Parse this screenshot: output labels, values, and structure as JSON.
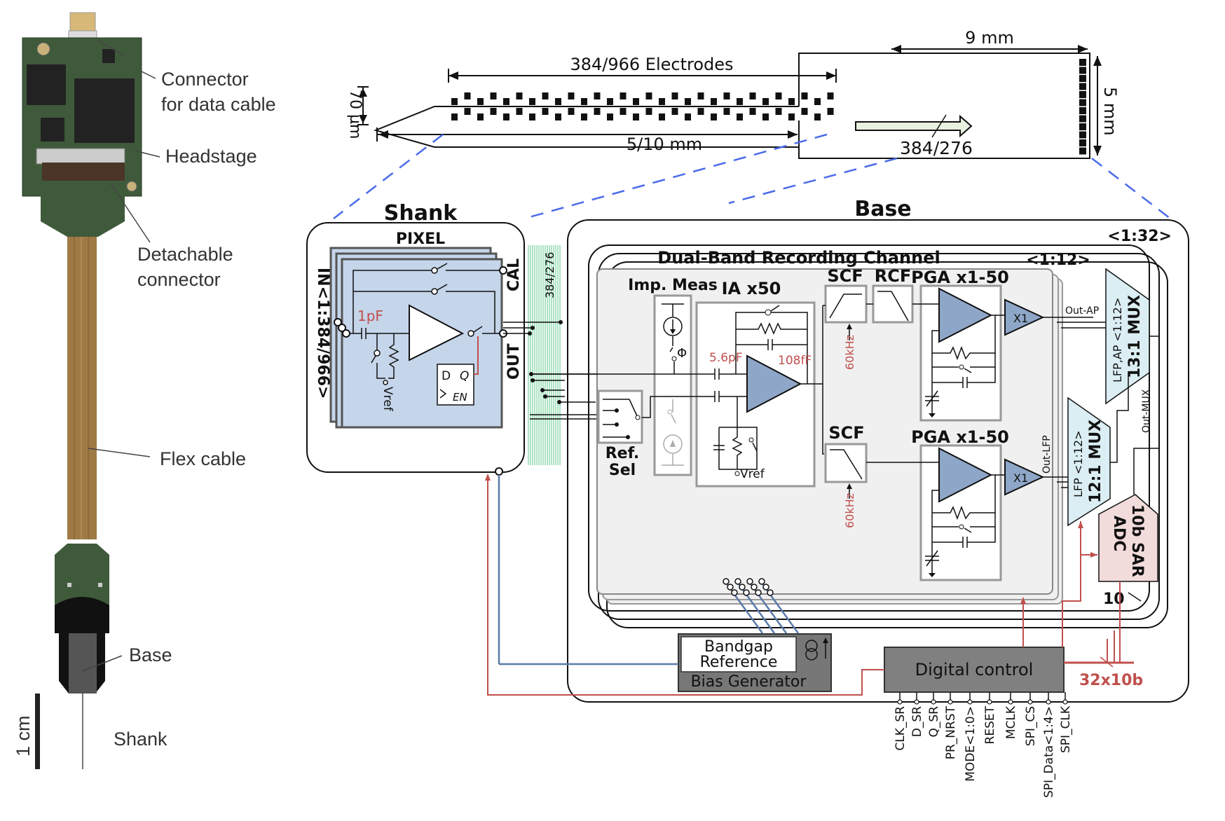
{
  "photo": {
    "labels": {
      "connector": [
        "Connector",
        "for data cable"
      ],
      "headstage": "Headstage",
      "detachable": [
        "Detachable",
        "connector"
      ],
      "flex": "Flex cable",
      "base": "Base",
      "shank": "Shank",
      "scale": "1 cm"
    }
  },
  "probe": {
    "electrodes_label": "384/966 Electrodes",
    "width_label": "70 µm",
    "length_label": "5/10 mm",
    "bus_label": "384/276",
    "base_width_label": "9 mm",
    "base_height_label": "5 mm"
  },
  "shank_block": {
    "title": "Shank",
    "pixel_title": "PIXEL",
    "in_label": "IN<1:384/966>",
    "cal_label": "CAL",
    "out_label": "OUT",
    "cap_label": "1pF",
    "vref_label": "Vref",
    "ff_d": "D",
    "ff_q": "Q",
    "ff_en": "EN",
    "bus_label": "384/276"
  },
  "base_block": {
    "title": "Base",
    "replicate_outer": "<1:32>",
    "channel_title": "Dual-Band Recording Channel",
    "replicate_inner": "<1:12>",
    "imp_meas": "Imp. Meas",
    "ia": "IA x50",
    "ia_cin": "5.6pF",
    "ia_cf": "108fF",
    "ia_vref": "Vref",
    "ref_sel": [
      "Ref.",
      "Sel"
    ],
    "scf_ap": "SCF",
    "rcf": "RCF",
    "scf_lfp": "SCF",
    "clk_ap": "60kHz",
    "clk_lfp": "60kHz",
    "pga_ap": "PGA x1-50",
    "pga_lfp": "PGA x1-50",
    "buf": "X1",
    "out_ap": "Out-AP",
    "out_lfp": "Out-LFP",
    "out_mux": "Out-MUX",
    "mux_ap_sub": "LFP,AP <1:12>",
    "mux_ap": "13:1 MUX",
    "mux_lfp_sub": "LFP <1:12>",
    "mux_lfp": "12:1 MUX",
    "adc": [
      "10b SAR",
      "ADC"
    ],
    "adc_bits": "10",
    "bandgap": [
      "Bandgap",
      "Reference"
    ],
    "bias": "Bias Generator",
    "digital": "Digital control",
    "output_bus": "32x10b",
    "pins": [
      "CLK_SR",
      "D_SR",
      "Q_SR",
      "PR_NRST",
      "MODE<1:0>",
      "RESET",
      "MCLK",
      "SPI_CS",
      "SPI_Data<1:4>",
      "SPI_CLK"
    ]
  },
  "colors": {
    "annotation_red": "#c0504d",
    "pixel_blue": "#c5d5ea",
    "amp_blue": "#8ea6c8",
    "mux_cyan": "#dbeef3",
    "adc_pink": "#f2dcdb",
    "bus_green": "#5cc98a",
    "zoom_dash": "#4b6bea",
    "pcb_green": "#3f5a3a",
    "flex_brown": "#a07a45"
  }
}
